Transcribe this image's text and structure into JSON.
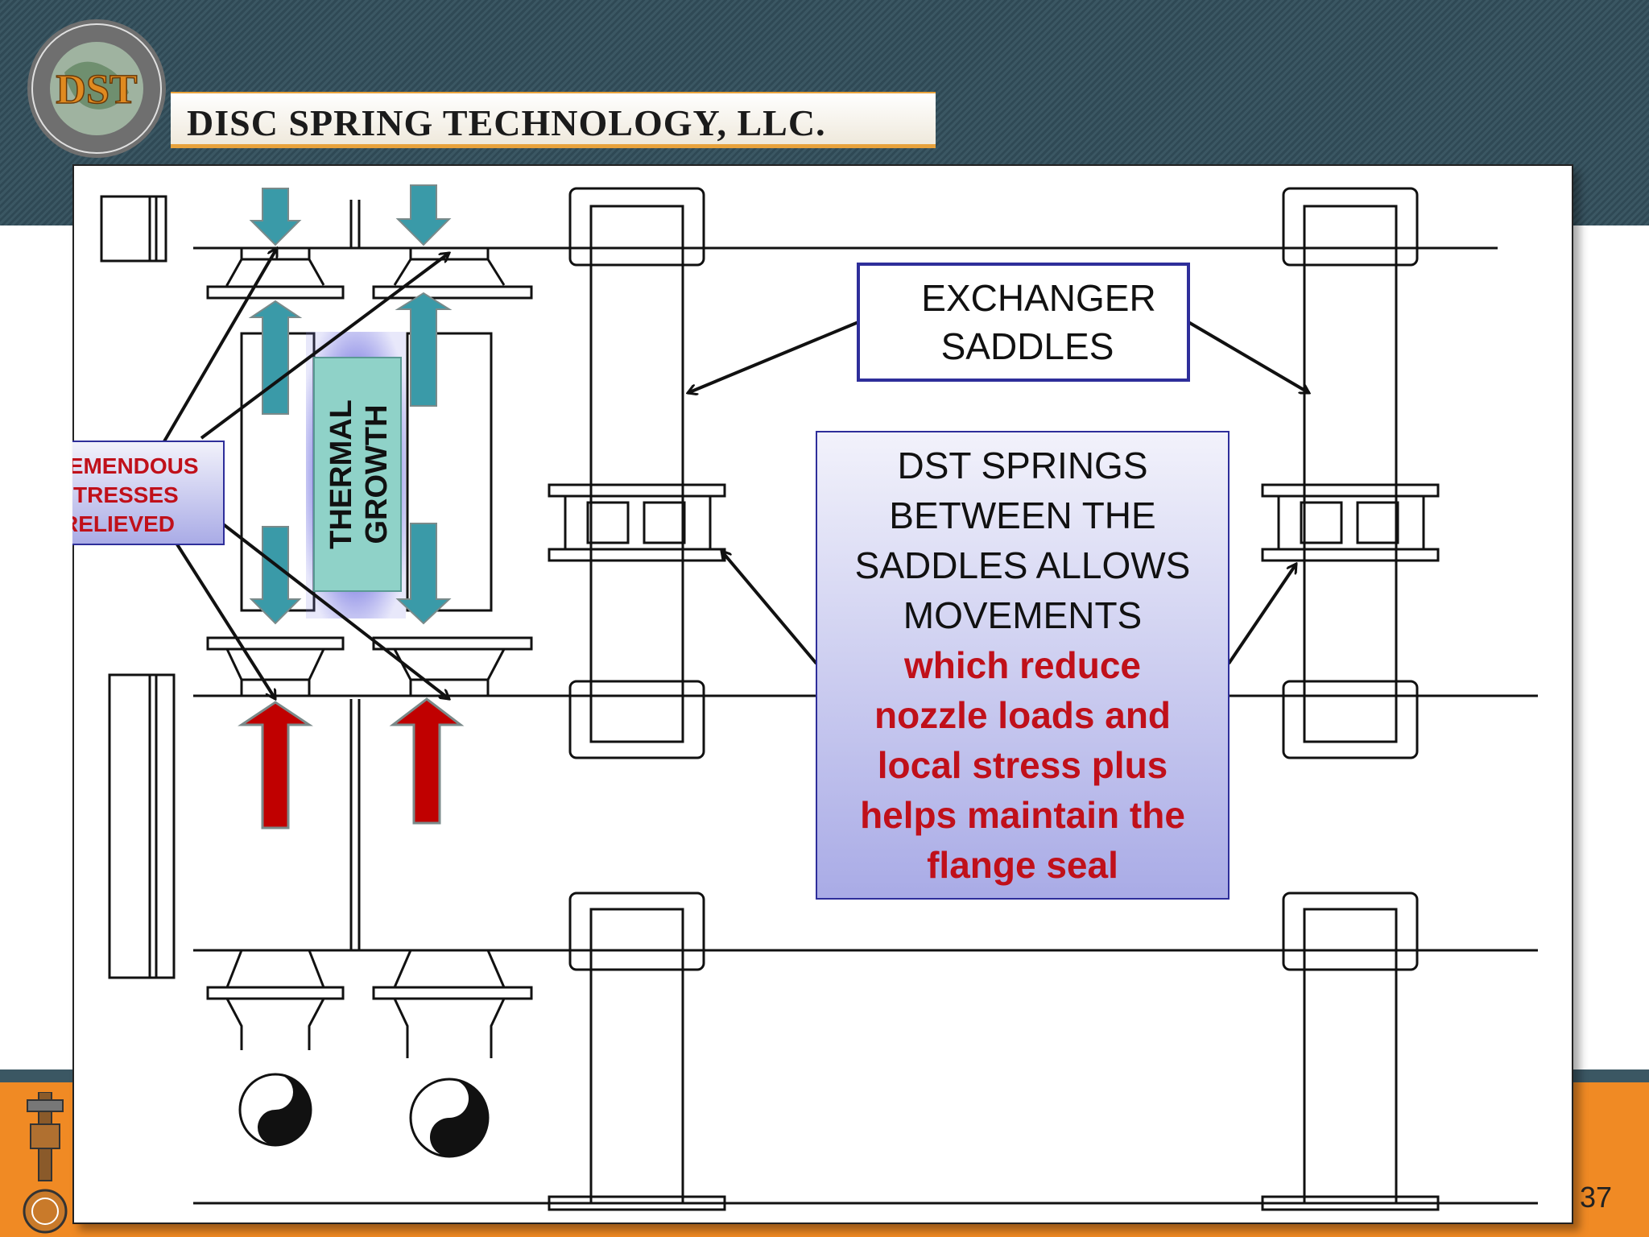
{
  "header": {
    "company_name": "DISC SPRING TECHNOLOGY, LLC.",
    "logo_text": "DST"
  },
  "callouts": {
    "tremendous_stresses": [
      "TREMENDOUS",
      "STRESSES",
      "RELIEVED"
    ],
    "thermal_growth": [
      "THERMAL",
      "GROWTH"
    ],
    "exchanger_saddles": [
      "EXCHANGER",
      "SADDLES"
    ],
    "dst_springs_black": [
      "DST SPRINGS",
      "BETWEEN THE",
      "SADDLES ALLOWS",
      "MOVEMENTS"
    ],
    "dst_springs_red": [
      "which reduce",
      "nozzle loads and",
      "local stress plus",
      "helps maintain the",
      "flange seal"
    ]
  },
  "colors": {
    "header_band": "#2f4955",
    "accent_orange": "#f08a24",
    "callout_red": "#c0101a",
    "box_blue": "#2e2e9a",
    "arrow_teal": "#3a9aa8",
    "arrow_red": "#c00000"
  },
  "footer": {
    "page_number": "37"
  }
}
